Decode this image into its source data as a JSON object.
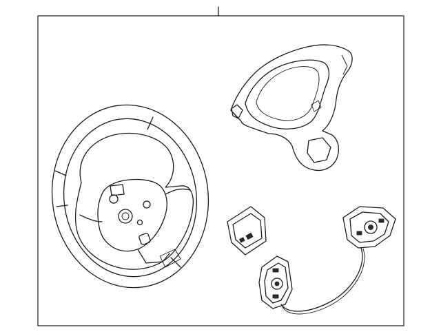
{
  "diagram": {
    "parts": [
      {
        "name": "steering-wheel"
      },
      {
        "name": "trim-cover"
      },
      {
        "name": "switch-panel"
      },
      {
        "name": "left-switch-assembly"
      },
      {
        "name": "right-switch-assembly"
      }
    ]
  }
}
